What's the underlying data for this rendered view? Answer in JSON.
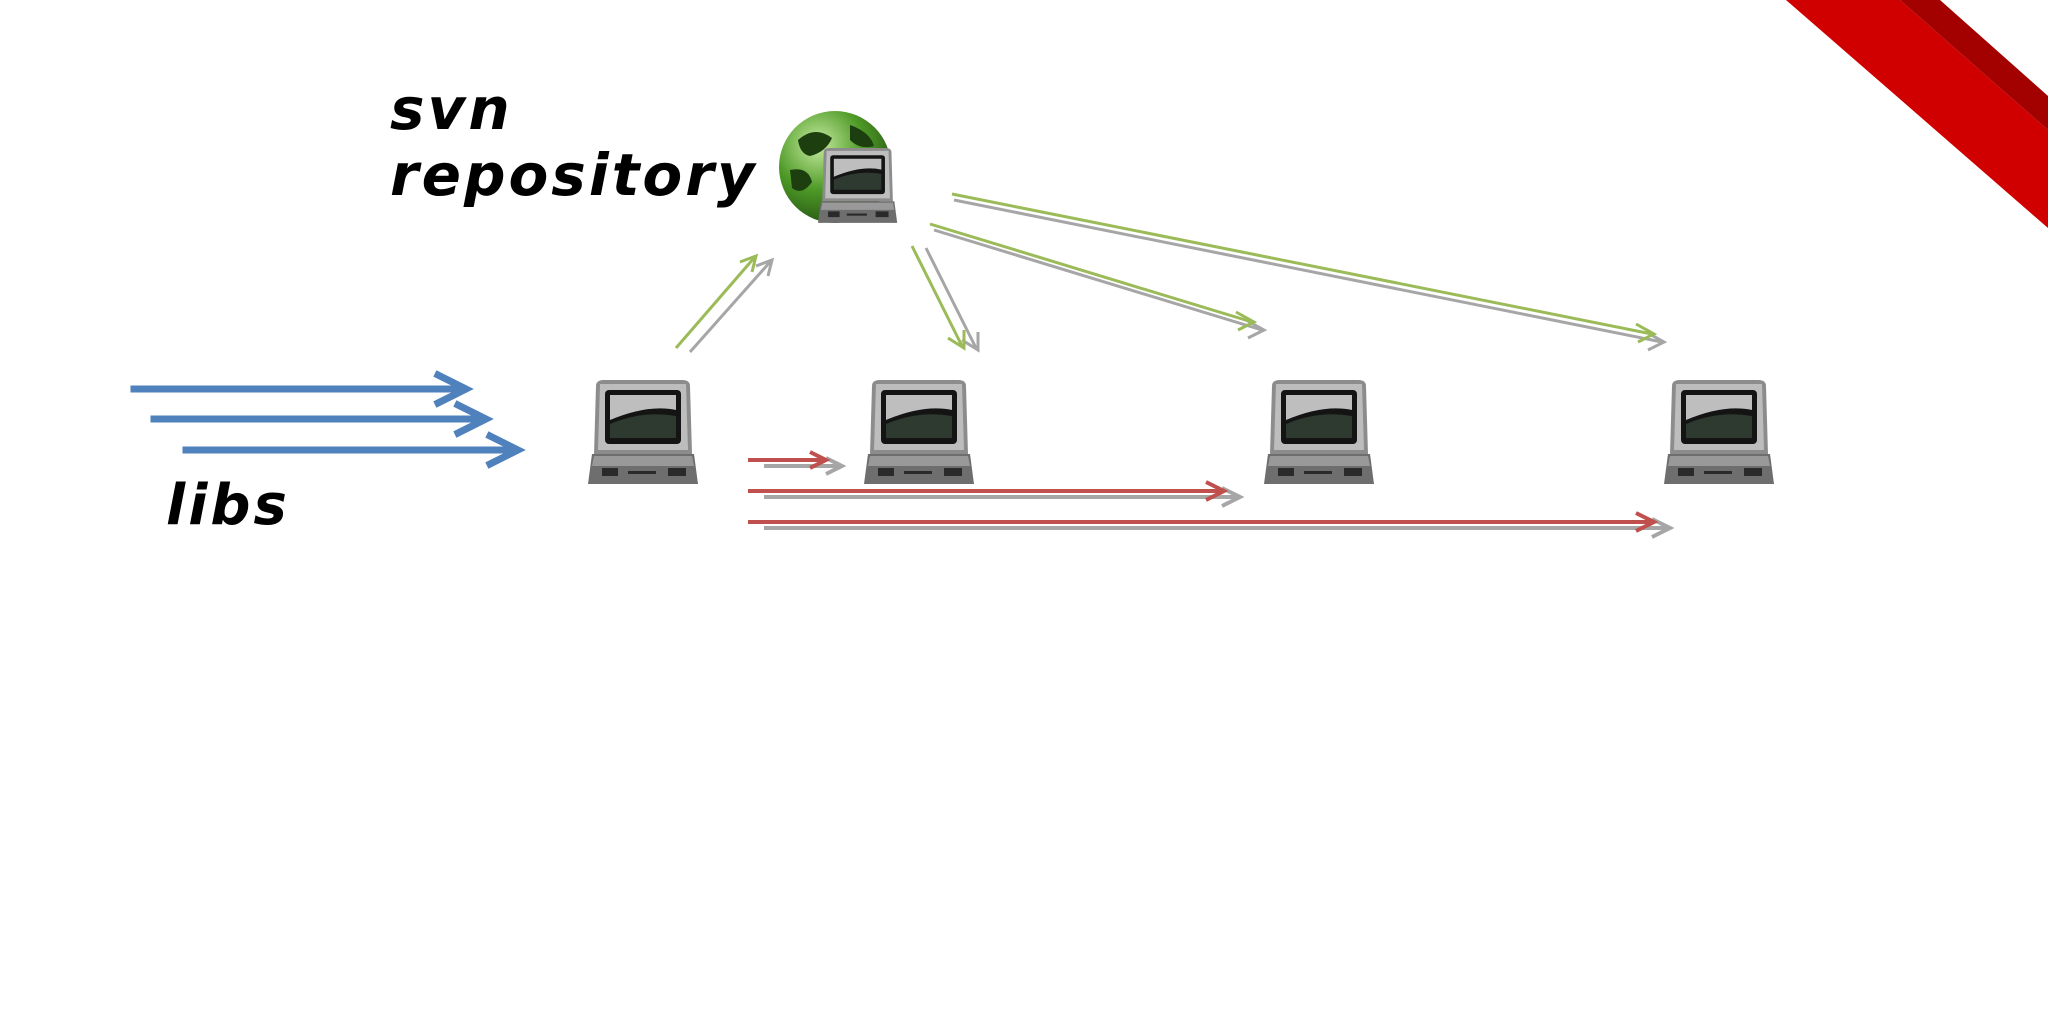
{
  "labels": {
    "repo_line1": "svn",
    "repo_line2": "repository",
    "libs": "libs"
  },
  "colors": {
    "libs_arrow": "#4f81bd",
    "repo_arrow": "#9bbb59",
    "peer_arrow": "#c0504d",
    "arrow_shadow": "#a6a6a6",
    "corner_ribbon": "#d10000",
    "globe": "#4e9a27"
  },
  "icons": {
    "repository": "globe-computer-icon",
    "client": "desktop-computer-icon"
  }
}
